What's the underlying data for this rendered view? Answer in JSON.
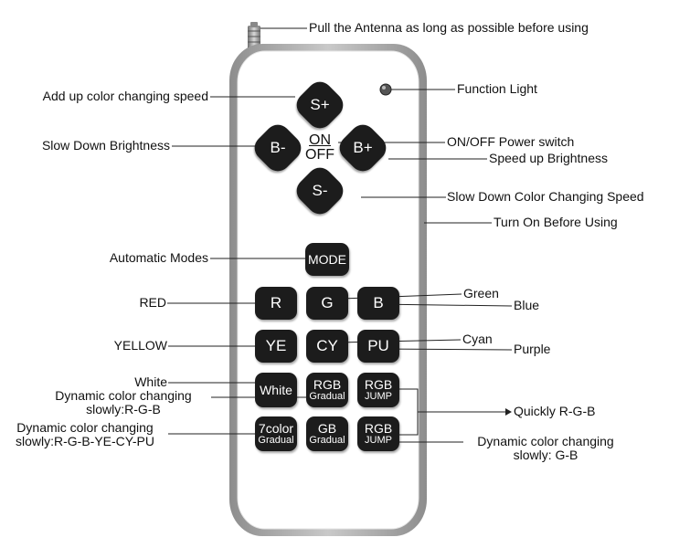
{
  "remote": {
    "buttons": {
      "s_plus": "S+",
      "b_minus": "B-",
      "b_plus": "B+",
      "s_minus": "S-",
      "on": "ON",
      "off": "OFF",
      "mode": "MODE",
      "r": "R",
      "g": "G",
      "b": "B",
      "ye": "YE",
      "cy": "CY",
      "pu": "PU",
      "white": "White",
      "rgb_gradual_top": "RGB",
      "rgb_gradual_bottom": "Gradual",
      "rgb_jump1_top": "RGB",
      "rgb_jump1_bottom": "JUMP",
      "color7_top": "7color",
      "color7_bottom": "Gradual",
      "gb_top": "GB",
      "gb_bottom": "Gradual",
      "rgb_jump2_top": "RGB",
      "rgb_jump2_bottom": "JUMP"
    }
  },
  "annotations": {
    "antenna": "Pull the Antenna as long as possible before using",
    "function_light": "Function Light",
    "add_speed": "Add up color changing speed",
    "slow_brightness": "Slow Down Brightness",
    "on_off": "ON/OFF Power switch",
    "speed_brightness": "Speed up Brightness",
    "slow_speed": "Slow Down Color Changing Speed",
    "turn_on": "Turn On Before Using",
    "auto_modes": "Automatic Modes",
    "red": "RED",
    "green": "Green",
    "blue": "Blue",
    "yellow": "YELLOW",
    "cyan": "Cyan",
    "purple": "Purple",
    "white": "White",
    "dyn_rgb_1": "Dynamic color changing",
    "dyn_rgb_2": "slowly:R-G-B",
    "dyn_all_1": "Dynamic color changing",
    "dyn_all_2": "slowly:R-G-B-YE-CY-PU",
    "quick_rgb": "Quickly R-G-B",
    "dyn_gb_1": "Dynamic color changing",
    "dyn_gb_2": "slowly: G-B"
  },
  "colors": {
    "button": "#1c1c1c",
    "body": "#ffffff",
    "rim": "#9a9a9a",
    "line": "#222222"
  }
}
